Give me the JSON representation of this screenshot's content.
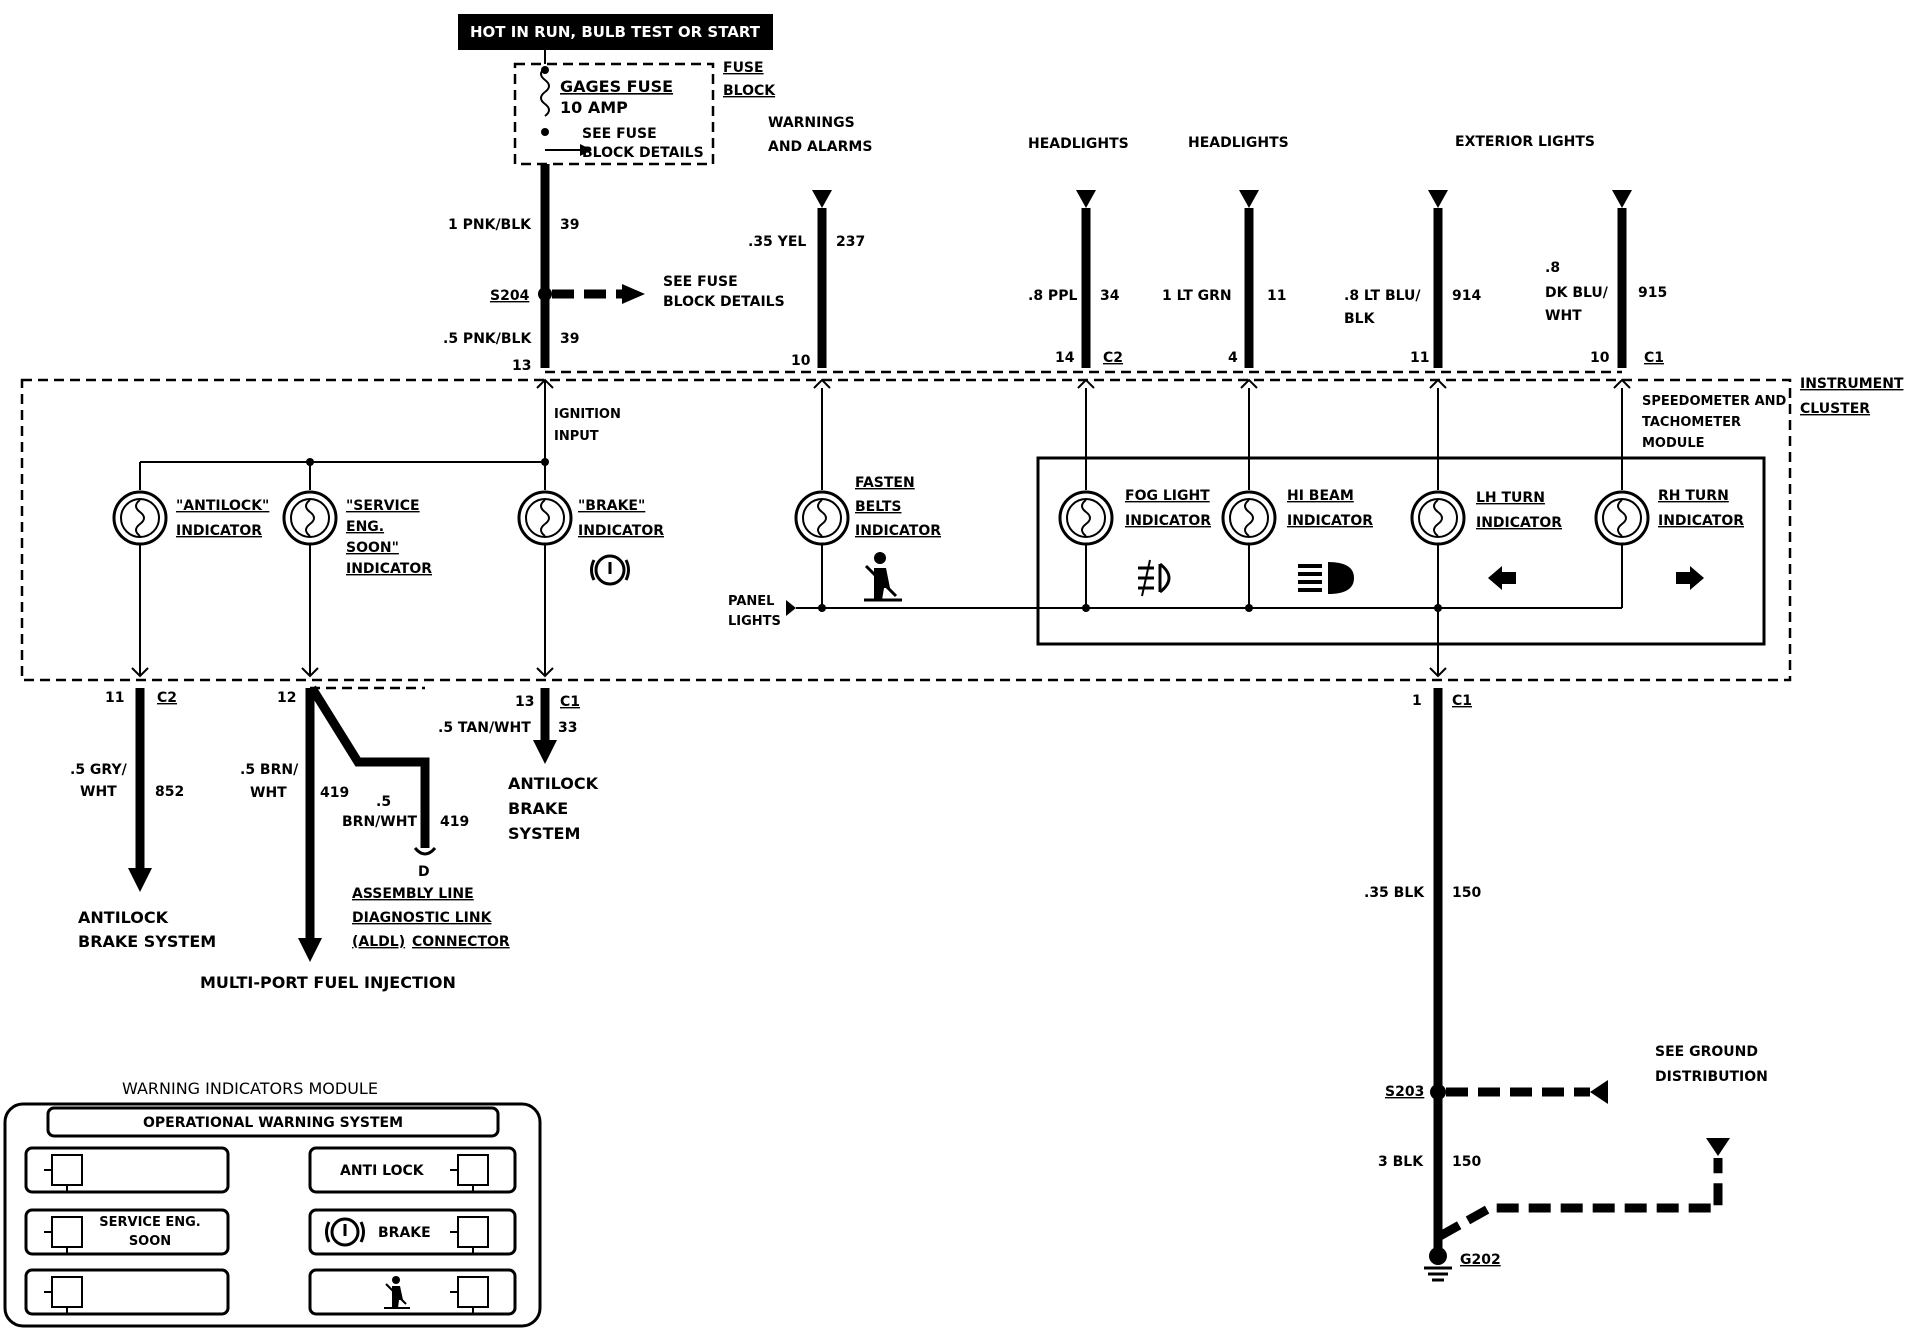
{
  "header": {
    "hot_label": "HOT IN RUN, BULB TEST OR START"
  },
  "fuse": {
    "name": "GAGES FUSE",
    "rating": "10 AMP",
    "see_fuse_1": "SEE FUSE",
    "see_fuse_2": "BLOCK DETAILS",
    "block_1": "FUSE",
    "block_2": "BLOCK"
  },
  "feeds": {
    "warnings_1": "WARNINGS",
    "warnings_2": "AND ALARMS",
    "headlights_1": "HEADLIGHTS",
    "headlights_2": "HEADLIGHTS",
    "exterior": "EXTERIOR LIGHTS"
  },
  "wires": {
    "w39a_label": "1 PNK/BLK",
    "w39a_num": "39",
    "s204": "S204",
    "see_fuse_s204_1": "SEE FUSE",
    "see_fuse_s204_2": "BLOCK DETAILS",
    "w39b_label": ".5 PNK/BLK",
    "w39b_num": "39",
    "pin13": "13",
    "w237_label": ".35 YEL",
    "w237_num": "237",
    "pin10a": "10",
    "w34_label": ".8 PPL",
    "w34_num": "34",
    "pin14": "14",
    "c2_top": "C2",
    "w11_label": "1 LT GRN",
    "w11_num": "11",
    "pin4": "4",
    "w914_label_1": ".8 LT BLU/",
    "w914_label_2": "BLK",
    "w914_num": "914",
    "pin11a": "11",
    "w915_label_1": ".8",
    "w915_label_2": "DK BLU/",
    "w915_label_3": "WHT",
    "w915_num": "915",
    "pin10b": "10",
    "c1_top": "C1"
  },
  "cluster": {
    "label_1": "INSTRUMENT",
    "label_2": "CLUSTER",
    "ignition_1": "IGNITION",
    "ignition_2": "INPUT",
    "module_1": "SPEEDOMETER AND",
    "module_2": "TACHOMETER",
    "module_3": "MODULE",
    "antilock_1": "\"ANTILOCK\"",
    "antilock_2": "INDICATOR",
    "service_1": "\"SERVICE",
    "service_2": "ENG.",
    "service_3": "SOON\"",
    "service_4": "INDICATOR",
    "brake_1": "\"BRAKE\"",
    "brake_2": "INDICATOR",
    "belts_1": "FASTEN",
    "belts_2": "BELTS",
    "belts_3": "INDICATOR",
    "panel_1": "PANEL",
    "panel_2": "LIGHTS",
    "fog_1": "FOG LIGHT",
    "fog_2": "INDICATOR",
    "hibeam_1": "HI BEAM",
    "hibeam_2": "INDICATOR",
    "lh_1": "LH TURN",
    "lh_2": "INDICATOR",
    "rh_1": "RH TURN",
    "rh_2": "INDICATOR"
  },
  "bottom": {
    "pin11b": "11",
    "c2_bot": "C2",
    "w852_label_1": ".5 GRY/",
    "w852_label_2": "WHT",
    "w852_num": "852",
    "abs_dest_1": "ANTILOCK",
    "abs_dest_2": "BRAKE SYSTEM",
    "pin12": "12",
    "w419a_label_1": ".5 BRN/",
    "w419a_label_2": "WHT",
    "w419a_num": "419",
    "w419b_label_1": ".5",
    "w419b_label_2": "BRN/WHT",
    "w419b_num": "419",
    "aldl_pin": "D",
    "aldl_1": "ASSEMBLY LINE",
    "aldl_2": "DIAGNOSTIC LINK",
    "aldl_3a": "(ALDL)",
    "aldl_3b": "CONNECTOR",
    "mpfi": "MULTI-PORT FUEL INJECTION",
    "pin13b": "13",
    "c1_bot_a": "C1",
    "w33_label": ".5 TAN/WHT",
    "w33_num": "33",
    "brake_dest_1": "ANTILOCK",
    "brake_dest_2": "BRAKE",
    "brake_dest_3": "SYSTEM",
    "pin1": "1",
    "c1_bot_b": "C1",
    "w150a_label": ".35 BLK",
    "w150a_num": "150",
    "s203": "S203",
    "ground_1": "SEE GROUND",
    "ground_2": "DISTRIBUTION",
    "w150b_label": "3 BLK",
    "w150b_num": "150",
    "g202": "G202"
  },
  "legend": {
    "title": "WARNING INDICATORS MODULE",
    "header": "OPERATIONAL WARNING SYSTEM",
    "anti_lock": "ANTI LOCK",
    "service_1": "SERVICE ENG.",
    "service_2": "SOON",
    "brake": "BRAKE"
  }
}
